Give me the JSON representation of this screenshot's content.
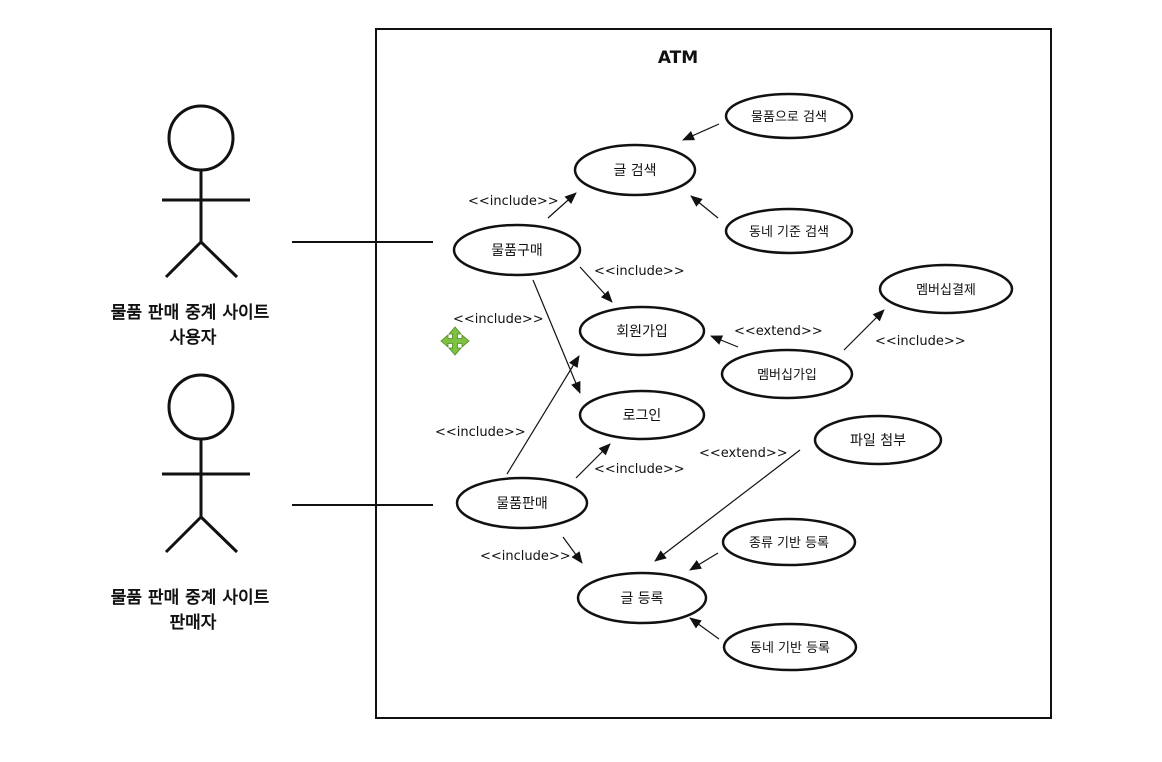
{
  "system": {
    "title": "ATM"
  },
  "actors": {
    "buyer": {
      "line1": "물품 판매 중계 사이트",
      "line2": "사용자"
    },
    "seller": {
      "line1": "물품 판매 중계 사이트",
      "line2": "판매자"
    }
  },
  "use_cases": {
    "search_post": "글 검색",
    "search_by_item": "물품으로 검색",
    "search_by_neighborhood": "동네 기준 검색",
    "buy_item": "물품구매",
    "sign_up": "회원가입",
    "membership_payment": "멤버십결제",
    "membership_join": "멤버십가입",
    "login": "로그인",
    "sell_item": "물품판매",
    "file_attach": "파일 첨부",
    "category_register": "종류 기반 등록",
    "post_register": "글 등록",
    "neighborhood_register": "동네 기반 등록"
  },
  "relations": {
    "include_1": "<<include>>",
    "include_2": "<<include>>",
    "include_3": "<<include>>",
    "include_4": "<<include>>",
    "include_5": "<<include>>",
    "include_6": "<<include>>",
    "include_7": "<<include>>",
    "extend_1": "<<extend>>",
    "extend_2": "<<extend>>"
  },
  "icons": {
    "move_cursor": "move-icon",
    "move_cursor_color": "#7dc242"
  }
}
